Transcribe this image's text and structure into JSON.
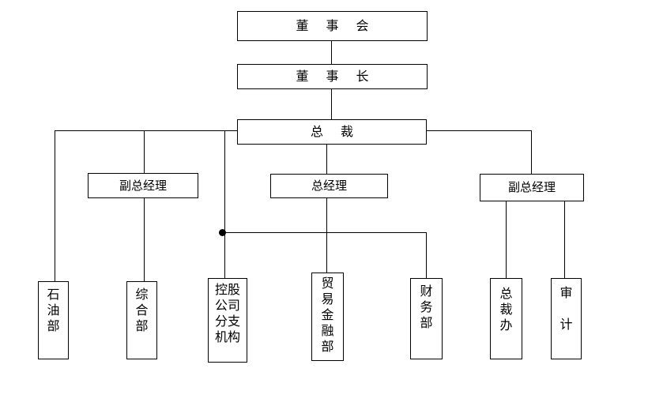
{
  "diagram": {
    "background_color": "#ffffff",
    "line_color": "#000000",
    "box_border_color": "#000000",
    "text_color": "#000000",
    "nodes": [
      {
        "id": "board",
        "label": "董事会",
        "display": "董　事　会"
      },
      {
        "id": "chairman",
        "label": "董事长",
        "display": "董　事　长"
      },
      {
        "id": "president",
        "label": "总裁",
        "display": "总　裁"
      },
      {
        "id": "vp-left",
        "label": "副总经理",
        "display": "副总经理"
      },
      {
        "id": "general-manager",
        "label": "总经理",
        "display": "总经理"
      },
      {
        "id": "vp-right",
        "label": "副总经理",
        "display": "副总经理"
      },
      {
        "id": "petroleum-dept",
        "label": "石油部",
        "display": "石\n油\n部"
      },
      {
        "id": "general-dept",
        "label": "综合部",
        "display": "综\n合\n部"
      },
      {
        "id": "holding-branches",
        "label": "控股公司分支机构",
        "display": "控股\n公司\n分支\n机构"
      },
      {
        "id": "trade-finance-dept",
        "label": "贸易金融部",
        "display": "贸\n易\n金\n融\n部"
      },
      {
        "id": "finance-dept",
        "label": "财务部",
        "display": "财\n务\n部"
      },
      {
        "id": "president-office",
        "label": "总裁办",
        "display": "总\n裁\n办"
      },
      {
        "id": "audit",
        "label": "审计",
        "display": "审\n\n计"
      }
    ],
    "edges": [
      {
        "from": "board",
        "to": "chairman"
      },
      {
        "from": "chairman",
        "to": "president"
      },
      {
        "from": "president",
        "to": "vp-left"
      },
      {
        "from": "president",
        "to": "general-manager"
      },
      {
        "from": "president",
        "to": "vp-right"
      },
      {
        "from": "president",
        "to": "petroleum-dept"
      },
      {
        "from": "president",
        "to": "holding-branches"
      },
      {
        "from": "president",
        "to": "finance-dept"
      },
      {
        "from": "vp-left",
        "to": "general-dept"
      },
      {
        "from": "general-manager",
        "to": "trade-finance-dept"
      },
      {
        "from": "vp-right",
        "to": "president-office"
      },
      {
        "from": "vp-right",
        "to": "audit"
      }
    ]
  }
}
